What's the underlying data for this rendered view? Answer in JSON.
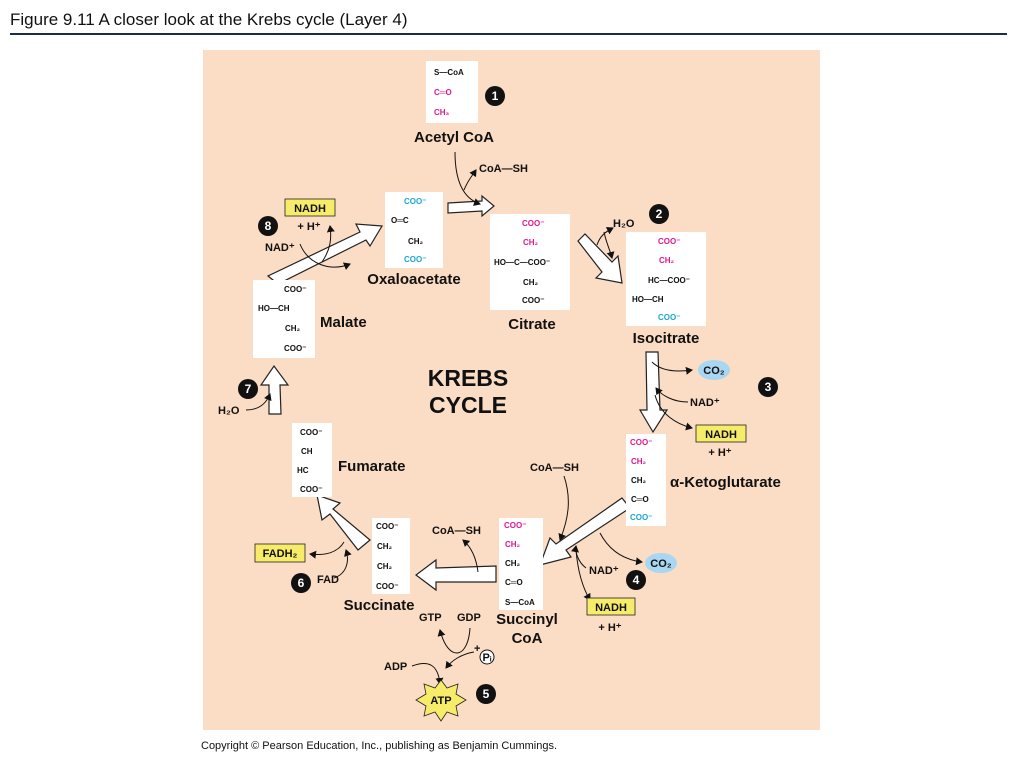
{
  "header": {
    "title": "Figure 9.11  A closer look at the Krebs cycle (Layer 4)"
  },
  "footer": {
    "copyright": "Copyright © Pearson Education, Inc., publishing as Benjamin Cummings."
  },
  "colors": {
    "background": "#fbdcc4",
    "rule": "#1f2a4a",
    "highlight_box": "#f7ec6a",
    "co2_blob": "#a9d6f0",
    "carbon_pink": "#e0188c",
    "carbon_cyan": "#1aa6d6",
    "step_circle": "#111111"
  },
  "diagram": {
    "center_lines": [
      "KREBS",
      "CYCLE"
    ],
    "steps": [
      "1",
      "2",
      "3",
      "4",
      "5",
      "6",
      "7",
      "8"
    ],
    "molecules": {
      "acetyl_coa": {
        "name": "Acetyl CoA",
        "lines": [
          "S—CoA",
          "C═O",
          "CH₃"
        ]
      },
      "citrate": {
        "name": "Citrate",
        "lines": [
          "COO⁻",
          "CH₂",
          "HO—C—COO⁻",
          "CH₂",
          "COO⁻"
        ]
      },
      "isocitrate": {
        "name": "Isocitrate",
        "lines": [
          "COO⁻",
          "CH₂",
          "HC—COO⁻",
          "HO—CH",
          "COO⁻"
        ]
      },
      "alpha_ketoglutarate": {
        "name": "α-Ketoglutarate",
        "lines": [
          "COO⁻",
          "CH₂",
          "CH₂",
          "C═O",
          "COO⁻"
        ]
      },
      "succinyl_coa": {
        "name_lines": [
          "Succinyl",
          "CoA"
        ],
        "lines": [
          "COO⁻",
          "CH₂",
          "CH₂",
          "C═O",
          "S—CoA"
        ]
      },
      "succinate": {
        "name": "Succinate",
        "lines": [
          "COO⁻",
          "CH₂",
          "CH₂",
          "COO⁻"
        ]
      },
      "fumarate": {
        "name": "Fumarate",
        "lines": [
          "COO⁻",
          "CH",
          "HC",
          "COO⁻"
        ]
      },
      "malate": {
        "name": "Malate",
        "lines": [
          "COO⁻",
          "HO—CH",
          "CH₂",
          "COO⁻"
        ]
      },
      "oxaloacetate": {
        "name": "Oxaloacetate",
        "lines": [
          "COO⁻",
          "O═C",
          "CH₂",
          "COO⁻"
        ]
      }
    },
    "labels": {
      "coa_sh": "CoA—SH",
      "h2o": "H₂O",
      "co2": "CO₂",
      "nad_plus": "NAD⁺",
      "nadh": "NADH",
      "h_plus": "+ H⁺",
      "fadh2": "FADH₂",
      "fad": "FAD",
      "gtp": "GTP",
      "gdp": "GDP",
      "adp": "ADP",
      "atp": "ATP",
      "pi": "Pᵢ",
      "plus": "+"
    }
  }
}
